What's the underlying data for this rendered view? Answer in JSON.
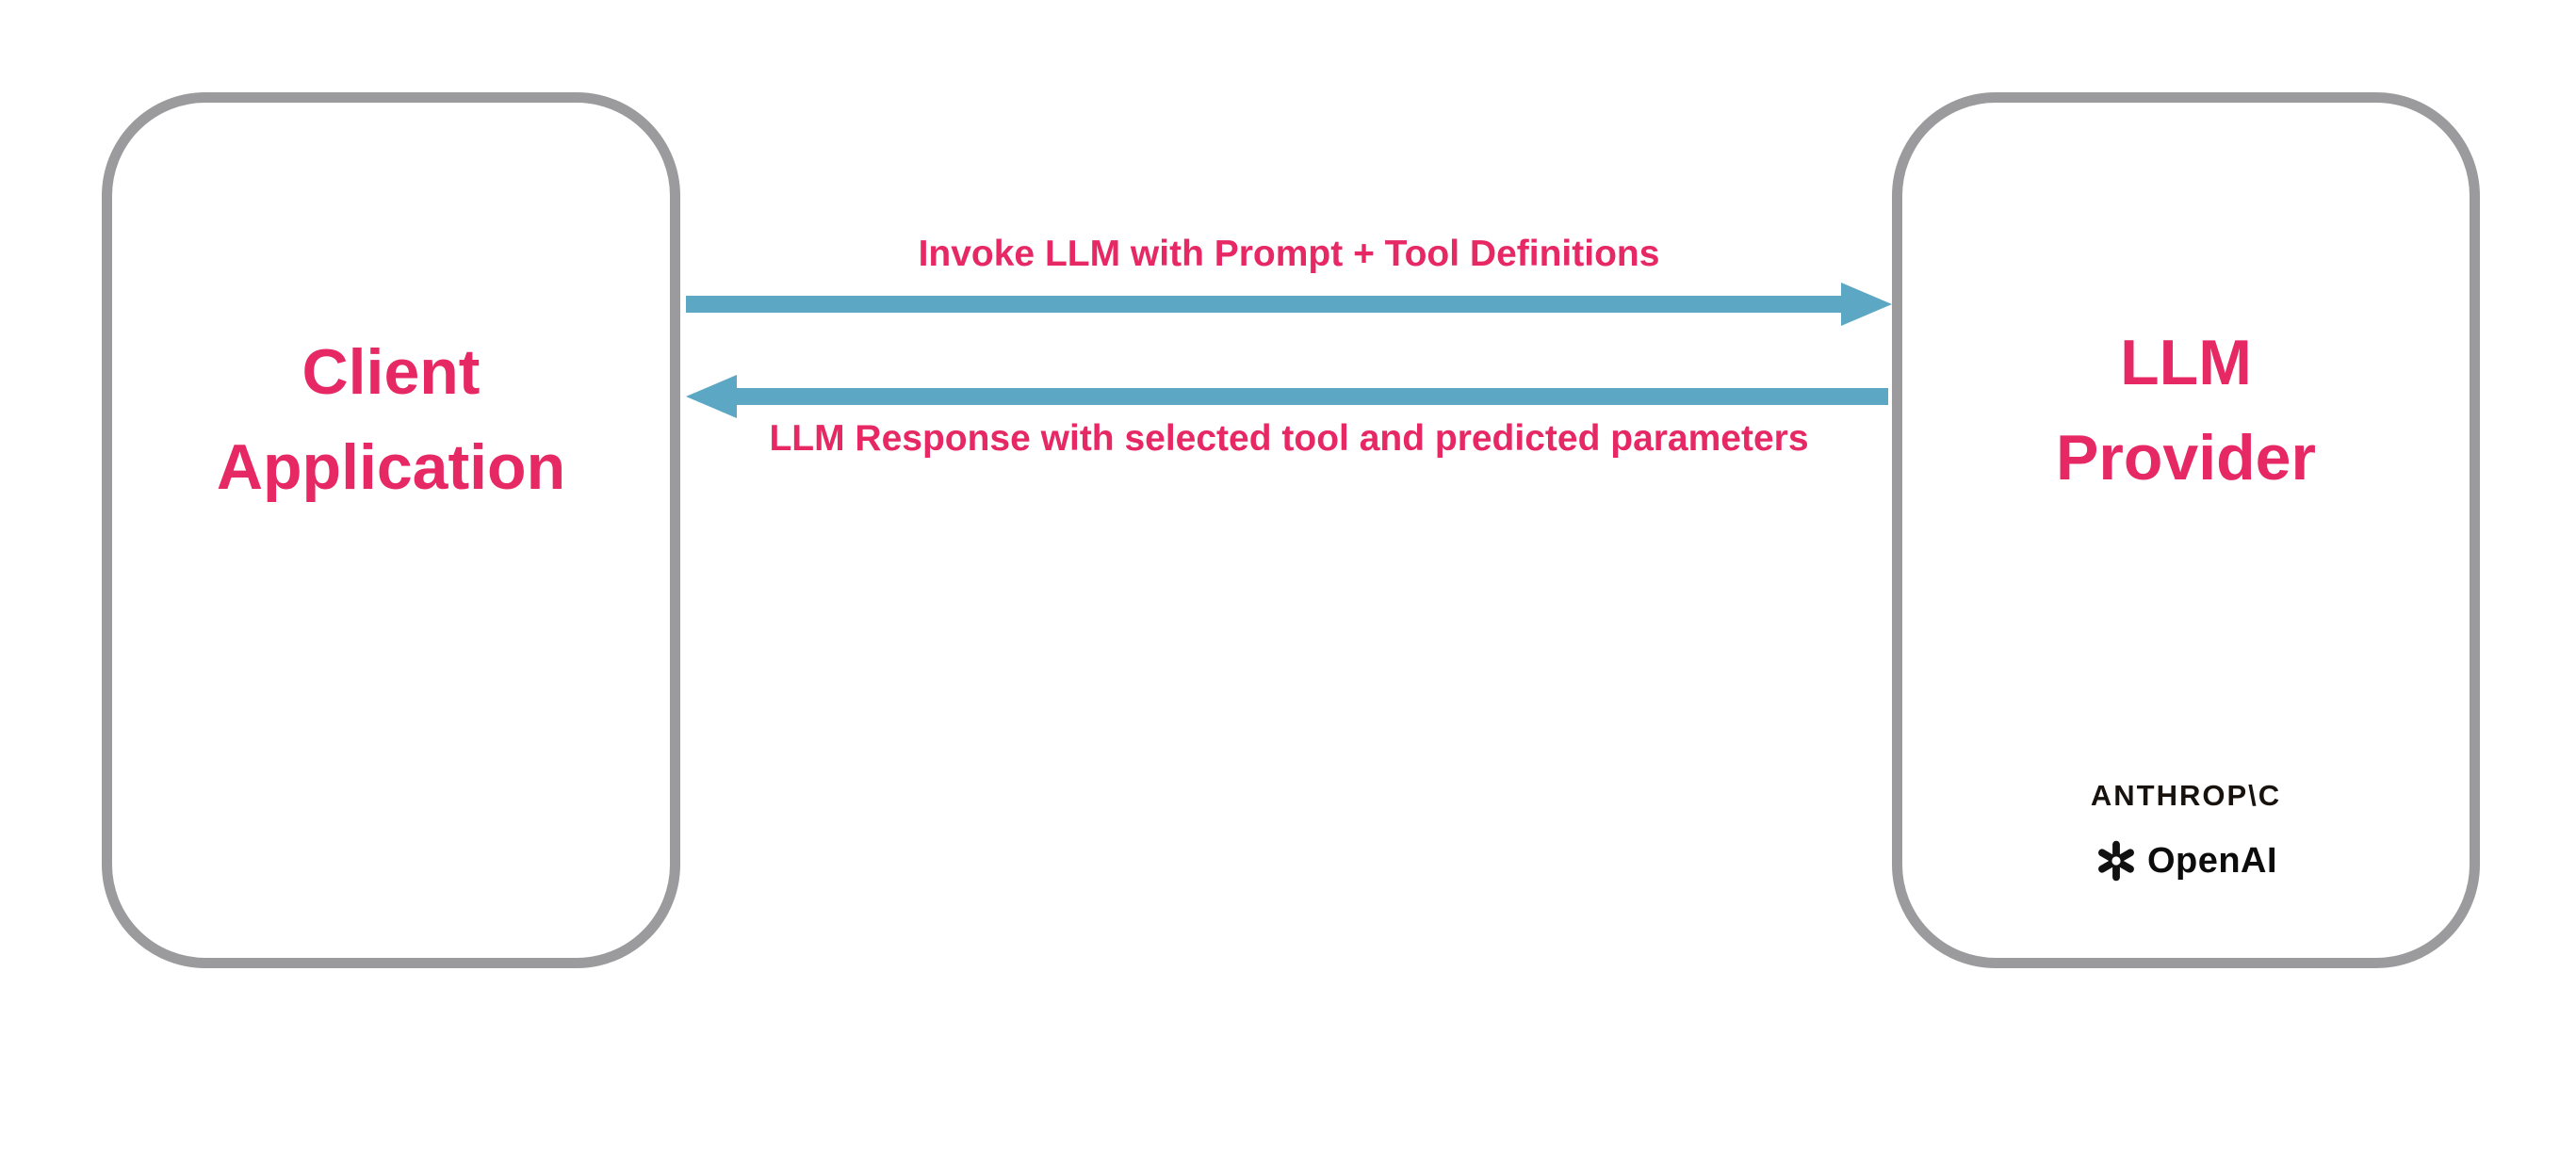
{
  "diagram": {
    "left_box": {
      "title_line1": "Client",
      "title_line2": "Application"
    },
    "right_box": {
      "title_line1": "LLM",
      "title_line2": "Provider",
      "logos": {
        "anthropic_wordmark": "ANTHROP\\C",
        "openai_wordmark": "OpenAI"
      }
    },
    "arrows": {
      "request": {
        "label": "Invoke LLM with Prompt + Tool Definitions",
        "direction": "left-to-right"
      },
      "response": {
        "label": "LLM Response with selected tool and predicted parameters",
        "direction": "right-to-left"
      }
    },
    "colors": {
      "accent_pink": "#e62864",
      "arrow_blue": "#5ca7c4",
      "border_gray": "#9b9b9d",
      "logo_black": "#111111"
    }
  }
}
